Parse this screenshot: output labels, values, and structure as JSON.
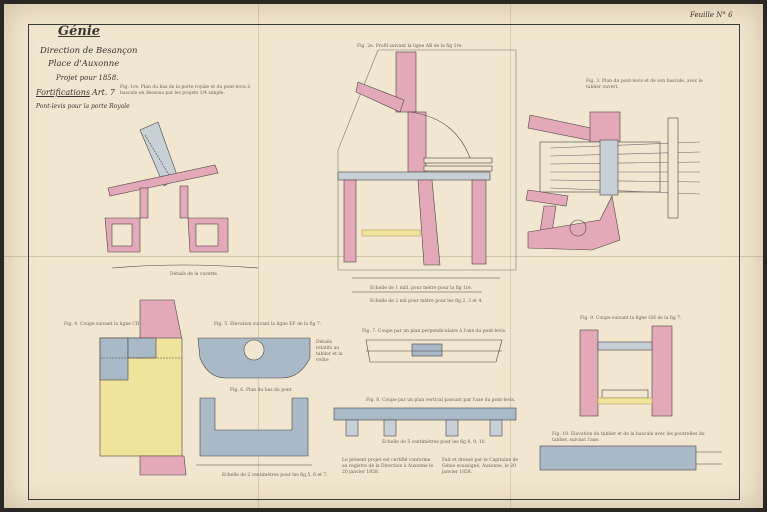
{
  "header": {
    "title": "Génie",
    "direction": "Direction de Besançon",
    "place": "Place d'Auxonne",
    "projet": "Projet pour 1858.",
    "fortifications": "Fortifications",
    "article_prefix": "Art.",
    "article_number": "7",
    "subject": "Pont-levis pour la porte Royale",
    "sheet_prefix": "Feuille N°",
    "sheet_number": "6"
  },
  "figures": {
    "fig1": "Fig. 1re. Plan du bas de la porte royale et du pont-levis à bascule en dessous par les projets 1/4 simple.",
    "fig2": "Fig. 2e. Profil suivant la ligne AB de la fig 1re.",
    "fig3": "Fig. 3. Plan du pont-levis et de son bascule, avec le tablier ouvert.",
    "fig4": "Fig. 4. Coupe suivant la ligne CD de la fig 7.",
    "fig5": "Fig. 5. Elevation suivant la ligne EF de la fig 7.",
    "fig6": "Fig. 6. Plan du bas du pont",
    "fig7": "Fig. 7. Coupe par un plan perpendiculaire à l'axe du pont-levis.",
    "fig8": "Fig. 8. Coupe par un plan vertical passant par l'axe du pont-levis.",
    "fig9": "Fig. 9. Coupe suivant la ligne GH de la fig 7.",
    "fig10": "Fig. 10. Elevation du tablier et de la bascule avec les poutrelles du tablier, suivant l'axe."
  },
  "annotations": {
    "detail_cuvette": "Détails de la cuvette",
    "note_vertical": "Détails relatifs au tablier et la voûte",
    "scale1": "Echelle de 1 mill. pour mètre pour la fig 1re.",
    "scale2": "Echelle de 2 mil pour mètre pour les fig 2, 3 et 4.",
    "scale3": "Echelle de 2 centimètres pour les fig 5, 6 et 7.",
    "scale4": "Echelle de 5 centimètres pour les fig 8, 9, 10.",
    "signature_note": "Le présent projet est certifié conforme au registre de la Direction à Auxonne le 20 janvier 1858.",
    "signature2": "Fait et dressé par le Capitaine de Génie soussigné, Auxonne, le 20 janvier 1858."
  },
  "colors": {
    "paper": "#f1e6cf",
    "masonry_pink": "#e3a9b8",
    "stone_blue": "#aab9c8",
    "yellow": "#f0e39a",
    "ink": "#3a3530"
  }
}
